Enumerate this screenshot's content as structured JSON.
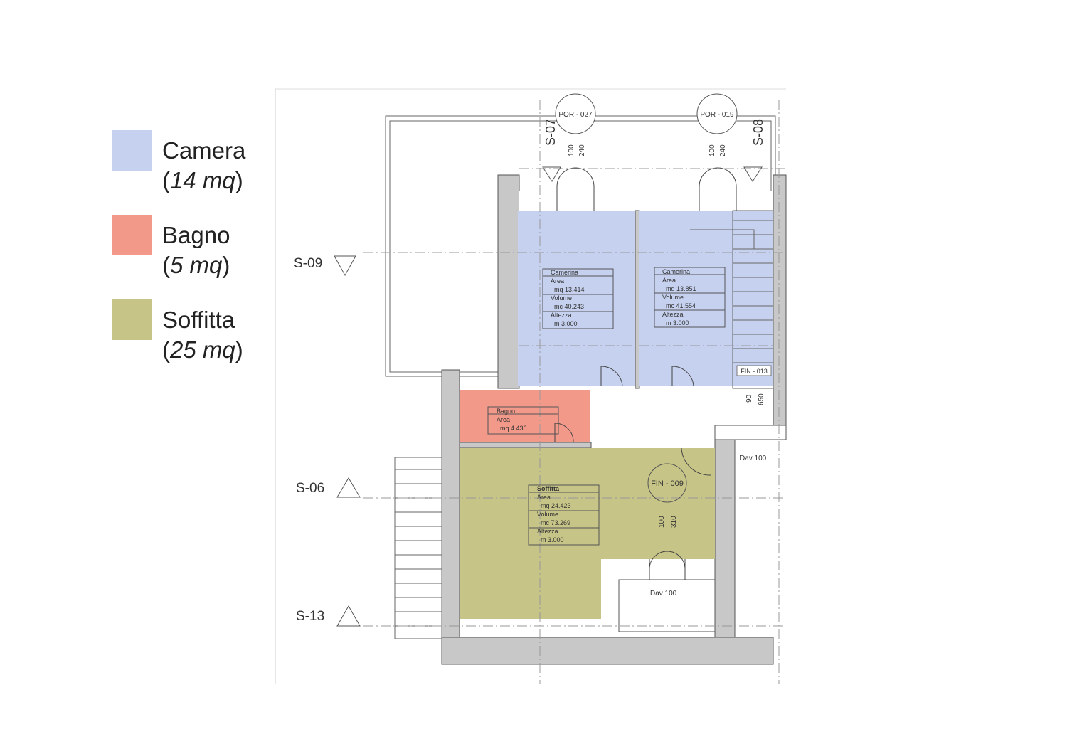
{
  "legend": [
    {
      "name": "Camera",
      "area": "14 mq",
      "color": "#c5d1ef"
    },
    {
      "name": "Bagno",
      "area": "5 mq",
      "color": "#f2998a"
    },
    {
      "name": "Soffitta",
      "area": "25 mq",
      "color": "#c6c487"
    }
  ],
  "colors": {
    "wall": "#c8c8c8",
    "line": "#555555"
  },
  "sections": {
    "s07": "S-07",
    "s08": "S-08",
    "s09": "S-09",
    "s06": "S-06",
    "s13": "S-13"
  },
  "tags": {
    "por027": "POR - 027",
    "por019": "POR - 019",
    "fin013": "FIN - 013",
    "fin009": "FIN - 009"
  },
  "dims": {
    "d100a": "100",
    "d240a": "240",
    "d100b": "100",
    "d240b": "240",
    "d90": "90",
    "d650": "650",
    "d100c": "100",
    "d310": "310",
    "dav1": "Dav 100",
    "dav2": "Dav 100"
  },
  "rooms": {
    "camerina1": {
      "name": "Camerina",
      "area_label": "Area",
      "area": "mq 13.414",
      "vol_label": "Volume",
      "volume": "mc 40.243",
      "h_label": "Altezza",
      "height": "m  3.000"
    },
    "camerina2": {
      "name": "Camerina",
      "area_label": "Area",
      "area": "mq 13.851",
      "vol_label": "Volume",
      "volume": "mc 41.554",
      "h_label": "Altezza",
      "height": "m  3.000"
    },
    "bagno": {
      "name": "Bagno",
      "area_label": "Area",
      "area": "mq 4.436"
    },
    "soffitta": {
      "name": "Soffitta",
      "area_label": "Area",
      "area": "mq 24.423",
      "vol_label": "Volume",
      "volume": "mc 73.269",
      "h_label": "Altezza",
      "height": "m  3.000"
    }
  }
}
